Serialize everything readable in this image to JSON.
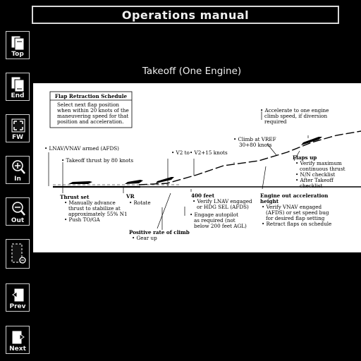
{
  "window": {
    "title": "Operations manual"
  },
  "nav": [
    {
      "label": "Top",
      "icon": "page-top-icon"
    },
    {
      "label": "End",
      "icon": "page-end-icon"
    },
    {
      "label": "FW",
      "icon": "fit-width-icon"
    },
    {
      "label": "In",
      "icon": "zoom-in-icon"
    },
    {
      "label": "Out",
      "icon": "zoom-out-icon"
    },
    {
      "label": "",
      "icon": "page-zoom-icon"
    },
    {
      "label": "Prev",
      "icon": "prev-page-icon"
    },
    {
      "label": "Next",
      "icon": "next-page-icon"
    }
  ],
  "page": {
    "title": "Takeoff (One Engine)"
  },
  "diagram": {
    "box_title": "Flap Retraction Schedule",
    "box_lines": [
      "Select next flap position",
      "when within 20 knots of the",
      "maneuvering speed for that",
      "position and acceleration."
    ],
    "lnav": "• LNAV/VNAV armed (AFDS)",
    "takeoff_thrust": "• Takeoff thrust by 80 knots",
    "thrust_set": "Thrust set",
    "thrust_items": [
      "• Manually advance",
      "thrust to stabilize at",
      "approximately 55% N1",
      "• Push TO/GA"
    ],
    "vr": "VR",
    "rotate": "• Rotate",
    "positive_rate": "Positive rate of climb",
    "gear_up": "• Gear up",
    "v2_to": "• V2 to",
    "v2_15": "• V2+15 knots",
    "ft400": "400 feet",
    "ft400_items": [
      "• Verify LNAV engaged",
      "or HDG SEL (AFDS)"
    ],
    "autopilot": [
      "• Engage autopilot",
      "as required (not",
      "below 200 feet AGL)"
    ],
    "climb_vref": [
      "• Climb at VREF",
      "30+80 knots"
    ],
    "accel": [
      "• Accelerate to one engine",
      "climb speed, if diversion",
      "required"
    ],
    "flaps_up": "Flaps up",
    "flaps_items": [
      "• Verify maximum",
      "continuous thrust",
      "• N/N checklist",
      "• After Takeoff",
      "checklist"
    ],
    "eo_accel": [
      "Engine out acceleration",
      "height"
    ],
    "eo_items": [
      "• Verify VNAV engaged",
      "(AFDS) or set speed bug",
      "for desired flap setting",
      "• Retract flaps on schedule"
    ]
  }
}
